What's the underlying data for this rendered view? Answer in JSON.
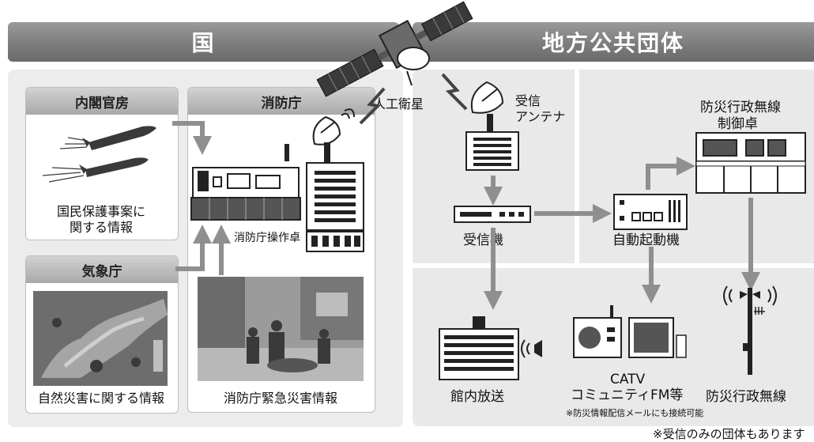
{
  "banners": {
    "national": "国",
    "local": "地方公共団体"
  },
  "cabinet": {
    "title": "内閣官房",
    "caption_line1": "国民保護事案に",
    "caption_line2": "関する情報"
  },
  "fdma": {
    "title": "消防庁",
    "console_label": "消防庁操作卓",
    "photo_caption": "消防庁緊急災害情報"
  },
  "jma": {
    "title": "気象庁",
    "caption": "自然災害に関する情報"
  },
  "satellite_label": "人工衛星",
  "antenna": {
    "line1": "受信",
    "line2": "アンテナ"
  },
  "receiver_label": "受信機",
  "auto_starter_label": "自動起動機",
  "control_console": {
    "line1": "防災行政無線",
    "line2": "制御卓"
  },
  "outputs": {
    "broadcast": "館内放送",
    "catv_line1": "CATV",
    "catv_line2": "コミュニティFM等",
    "radio": "防災行政無線",
    "mail_note": "※防災情報配信メールにも接続可能"
  },
  "footnote": "※受信のみの団体もあります",
  "colors": {
    "banner": "#7d7d7d",
    "arrow": "#8f8f8f",
    "panel": "#ececec"
  }
}
